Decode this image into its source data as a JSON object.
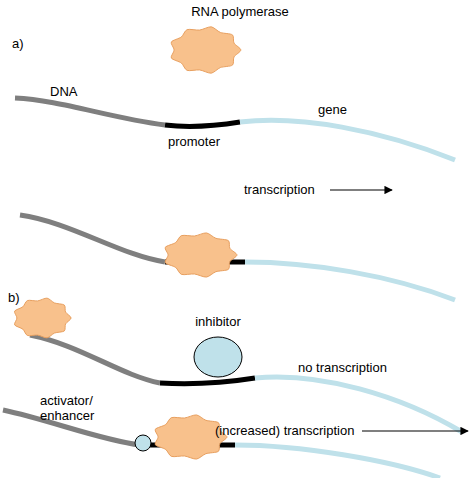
{
  "diagram": {
    "nodes": [
      {
        "text": [
          "RNA polymerase"
        ]
      },
      {
        "text": [
          "inhibitor"
        ]
      },
      {
        "text": [
          "activator/ enhancer"
        ]
      }
    ],
    "labels": [
      "a)",
      "DNA",
      "promoter",
      "gene",
      "transcription",
      "b)",
      "no transcription",
      "(increased) transcription"
    ]
  }
}
